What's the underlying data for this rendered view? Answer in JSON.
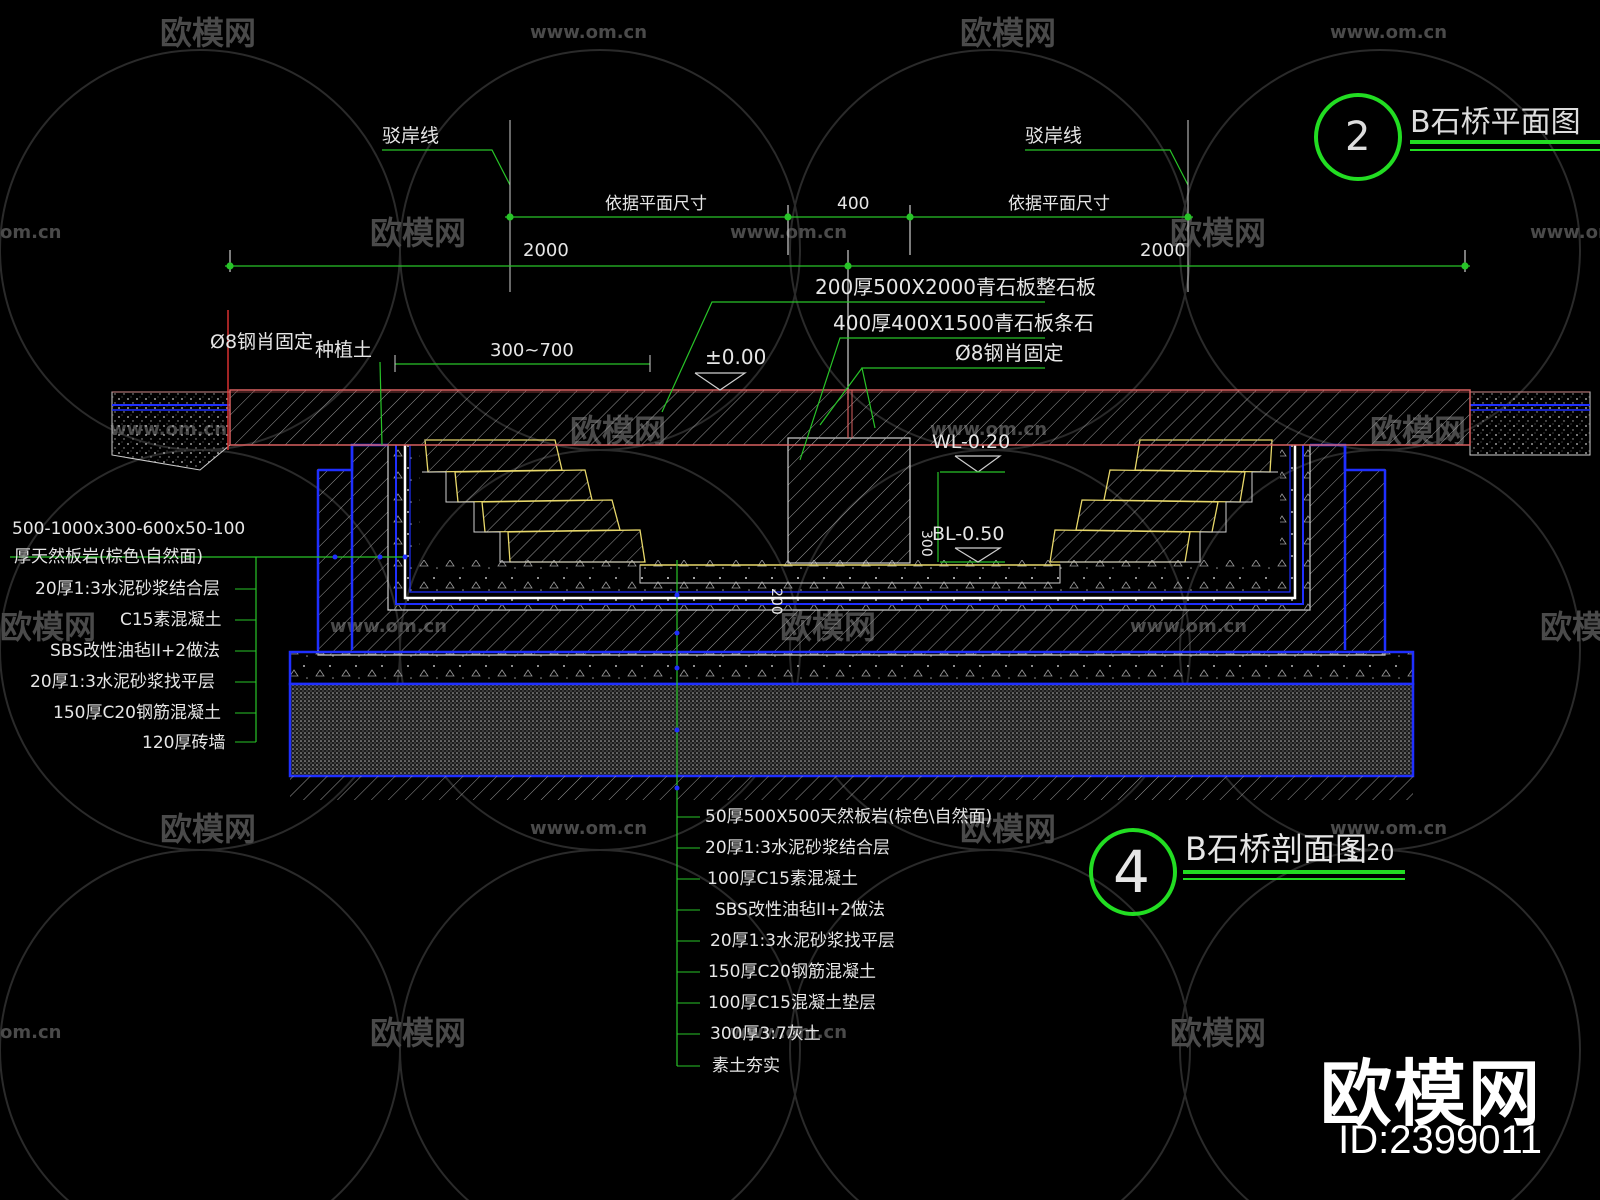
{
  "watermark": {
    "brand": "欧模网",
    "url": "www.om.cn",
    "url_short": "om.cn"
  },
  "shoreline_label": "驳岸线",
  "dims": {
    "top_left": "依据平面尺寸",
    "top_mid": "400",
    "top_right": "依据平面尺寸",
    "overall_left": "2000",
    "overall_right": "2000",
    "planting_range": "300~700"
  },
  "callouts": {
    "deck_slab": "200厚500X2000青石板整石板",
    "beam_stone": "400厚400X1500青石板条石",
    "pin_right": "Ø8钢肖固定",
    "pin_left": "Ø8钢肖固定",
    "planting_soil": "种植土",
    "datum": "±0.00",
    "wl": "WL-0.20",
    "bl": "BL-0.50",
    "height_300": "300",
    "depth_200": "200"
  },
  "left_layers": [
    "500-1000x300-600x50-100",
    "厚天然板岩(棕色\\自然面)",
    "20厚1:3水泥砂浆结合层",
    "C15素混凝土",
    "SBS改性油毡II+2做法",
    "20厚1:3水泥砂浆找平层",
    "150厚C20钢筋混凝土",
    "120厚砖墙"
  ],
  "bottom_layers": [
    "50厚500X500天然板岩(棕色\\自然面)",
    "20厚1:3水泥砂浆结合层",
    "100厚C15素混凝土",
    "SBS改性油毡II+2做法",
    "20厚1:3水泥砂浆找平层",
    "150厚C20钢筋混凝土",
    "100厚C15混凝土垫层",
    "300厚3:7灰土",
    "素土夯实"
  ],
  "title": {
    "number": "4",
    "text": "B石桥剖面图",
    "scale": "1:20",
    "prev_number": "2",
    "prev_text": "B石桥平面图"
  },
  "brand_overlay": {
    "name": "欧模网",
    "id": "ID:2399011"
  },
  "colors": {
    "concrete": "#cfcfcf",
    "structure_blue": "#1f2fff",
    "membrane_white": "#ffffff",
    "leader_green": "#28c428",
    "stone_yellow": "#e8d86a",
    "deck_red": "#d86060",
    "title_green": "#22dd22",
    "text": "#e6e6e6"
  }
}
